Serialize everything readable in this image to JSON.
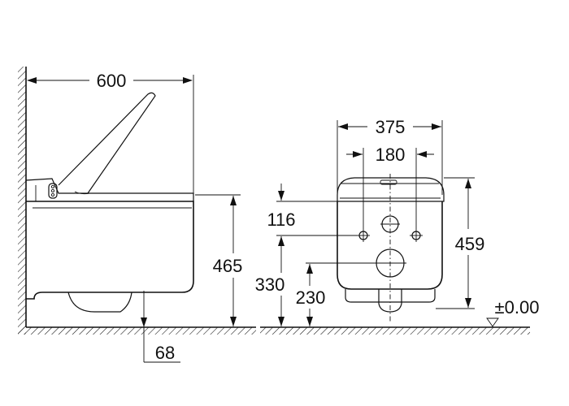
{
  "drawing": {
    "side_view": {
      "width_label": "600",
      "height_label": "465",
      "outlet_offset_label": "68"
    },
    "front_view": {
      "width_label": "375",
      "fixing_distance_label": "180",
      "top_offset_label": "116",
      "fixing_height_label": "330",
      "outlet_height_label": "230",
      "total_height_label": "459",
      "floor_level_label": "±0.00"
    },
    "line_color": "#111111"
  }
}
